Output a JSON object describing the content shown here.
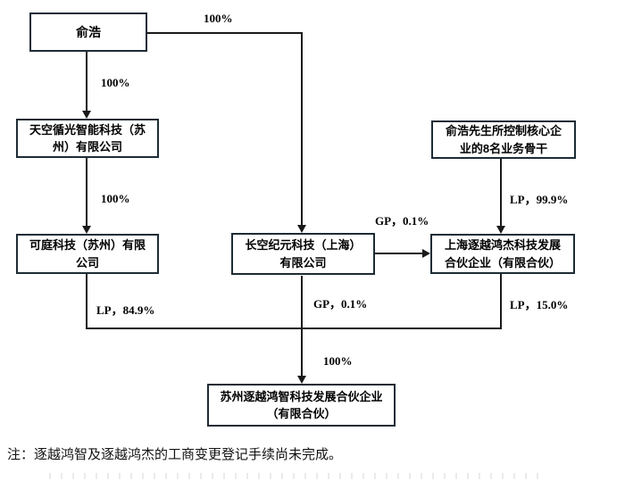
{
  "diagram": {
    "title_hint": "equity-structure-flowchart",
    "nodes": {
      "yuhao": {
        "lines": [
          "俞浩"
        ]
      },
      "tiankong": {
        "lines": [
          "天空循光智能科技（苏",
          "州）有限公司"
        ]
      },
      "keting": {
        "lines": [
          "可庭科技（苏州）有限",
          "公司"
        ]
      },
      "changkong": {
        "lines": [
          "长空纪元科技（上海）",
          "有限公司"
        ]
      },
      "backbone": {
        "lines": [
          "俞浩先生所控制核心企",
          "业的8名业务骨干"
        ]
      },
      "hongjie": {
        "lines": [
          "上海逐越鸿杰科技发展",
          "合伙企业（有限合伙）"
        ]
      },
      "hongzhi": {
        "lines": [
          "苏州逐越鸿智科技发展合伙企业",
          "（有限合伙）"
        ]
      }
    },
    "edges": {
      "yuhao_changkong_label": "100%",
      "yuhao_tiankong_label": "100%",
      "tiankong_keting_label": "100%",
      "backbone_hongjie_label": "LP，99.9%",
      "changkong_hongjie_label": "GP，0.1%",
      "keting_hongzhi_label": "LP，84.9%",
      "changkong_hongzhi_label": "GP，0.1%",
      "hongjie_hongzhi_label": "LP，15.0%",
      "merge_hongzhi_label": "100%"
    },
    "note": "注：逐越鸿智及逐越鸿杰的工商变更登记手续尚未完成。"
  },
  "colors": {
    "background": "#ffffff",
    "box_border": "#1d2c35",
    "line": "#1a1a1a",
    "text": "#000000"
  }
}
